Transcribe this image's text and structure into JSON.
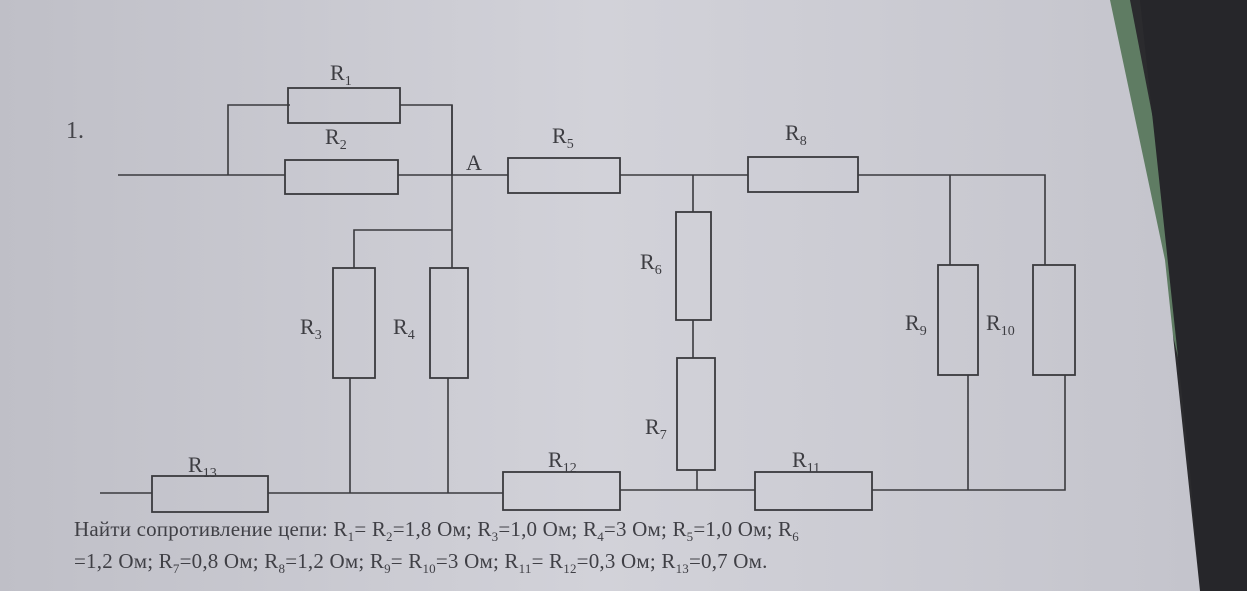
{
  "problem_number": "1.",
  "node_label": "A",
  "resistors": [
    {
      "id": "R1",
      "base": "R",
      "sub": "1"
    },
    {
      "id": "R2",
      "base": "R",
      "sub": "2"
    },
    {
      "id": "R3",
      "base": "R",
      "sub": "3"
    },
    {
      "id": "R4",
      "base": "R",
      "sub": "4"
    },
    {
      "id": "R5",
      "base": "R",
      "sub": "5"
    },
    {
      "id": "R6",
      "base": "R",
      "sub": "6"
    },
    {
      "id": "R7",
      "base": "R",
      "sub": "7"
    },
    {
      "id": "R8",
      "base": "R",
      "sub": "8"
    },
    {
      "id": "R9",
      "base": "R",
      "sub": "9"
    },
    {
      "id": "R10",
      "base": "R",
      "sub": "10"
    },
    {
      "id": "R11",
      "base": "R",
      "sub": "11"
    },
    {
      "id": "R12",
      "base": "R",
      "sub": "12"
    },
    {
      "id": "R13",
      "base": "R",
      "sub": "13"
    }
  ],
  "task": {
    "intro": "Найти сопротивление цепи:",
    "line1": [
      {
        "t": " R"
      },
      {
        "s": "1"
      },
      {
        "t": "= R"
      },
      {
        "s": "2"
      },
      {
        "t": "=1,8 Ом; R"
      },
      {
        "s": "3"
      },
      {
        "t": "=1,0 Ом; R"
      },
      {
        "s": "4"
      },
      {
        "t": "=3 Ом; R"
      },
      {
        "s": "5"
      },
      {
        "t": "=1,0 Ом; R"
      },
      {
        "s": "6"
      }
    ],
    "line2": [
      {
        "t": "=1,2 Ом; R"
      },
      {
        "s": "7"
      },
      {
        "t": "=0,8 Ом; R"
      },
      {
        "s": "8"
      },
      {
        "t": "=1,2 Ом; R"
      },
      {
        "s": "9"
      },
      {
        "t": "= R"
      },
      {
        "s": "10"
      },
      {
        "t": "=3 Ом; R"
      },
      {
        "s": "11"
      },
      {
        "t": "= R"
      },
      {
        "s": "12"
      },
      {
        "t": "=0,3 Ом; R"
      },
      {
        "s": "13"
      },
      {
        "t": "=0,7 Ом."
      }
    ]
  },
  "colors": {
    "paper": "#cfcfd6",
    "paper_shadow": "#b9b9c1",
    "ink": "#3a3a3e",
    "ruler": "#6f8f73",
    "background": "#2b2b2e"
  }
}
